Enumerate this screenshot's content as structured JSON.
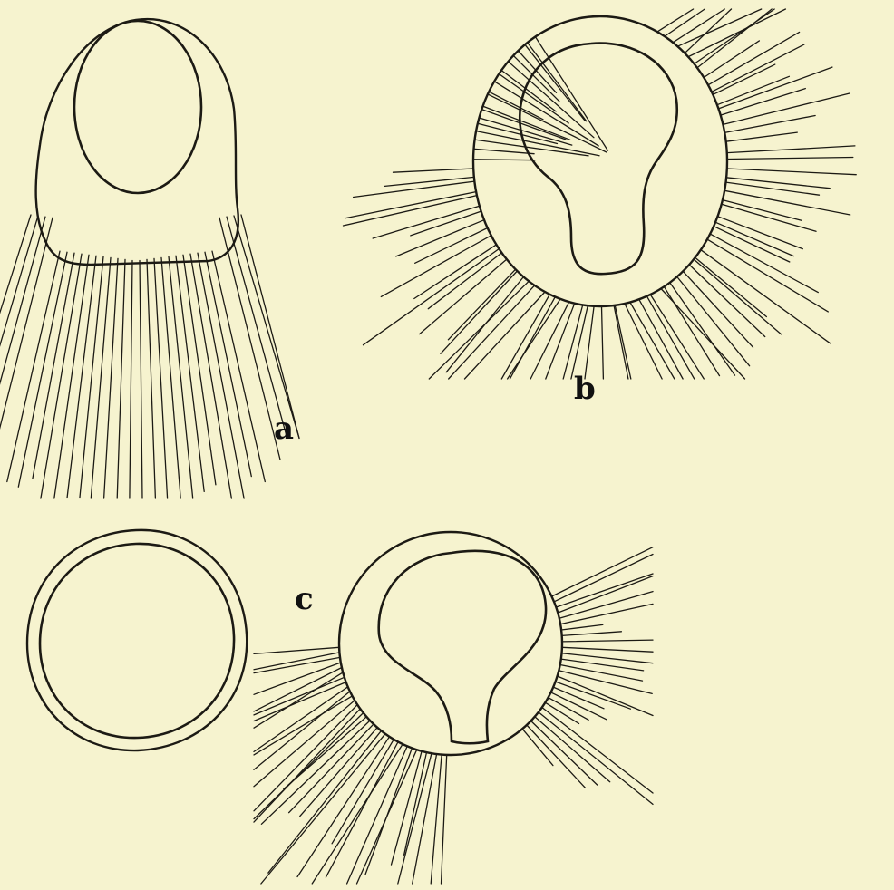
{
  "figure": {
    "labels": {
      "a": "a",
      "b": "b",
      "c": "c"
    },
    "colors": {
      "paper": "#f6f3cf",
      "ink": "#1c1a14"
    }
  }
}
